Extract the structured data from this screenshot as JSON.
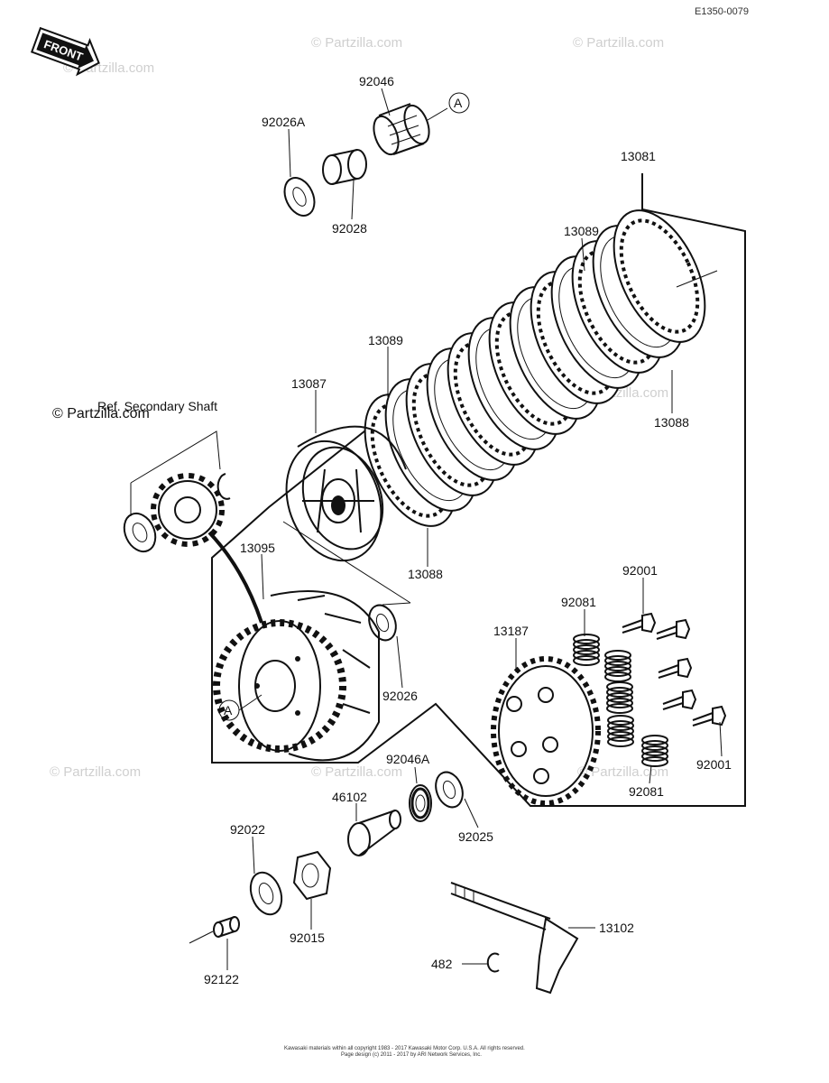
{
  "diagram_code": "E1350-0079",
  "front_label": "FRONT",
  "ref_label": "Ref. Secondary Shaft",
  "reference_markers": [
    "A",
    "A"
  ],
  "watermark": "© Partzilla.com",
  "footer_lines": [
    "Kawasaki materials within all copyright 1983 - 2017 Kawasaki Motor Corp. U.S.A. All rights reserved.",
    "Page design (c) 2011 - 2017 by ARI Network Services, Inc."
  ],
  "callouts": [
    "92046",
    "92026A",
    "92028",
    "13081",
    "13089",
    "13089",
    "13087",
    "13088",
    "13088",
    "13095",
    "92026",
    "92001",
    "92081",
    "13187",
    "92001",
    "92081",
    "92046A",
    "46102",
    "92025",
    "92022",
    "92015",
    "13102",
    "482",
    "92122"
  ]
}
